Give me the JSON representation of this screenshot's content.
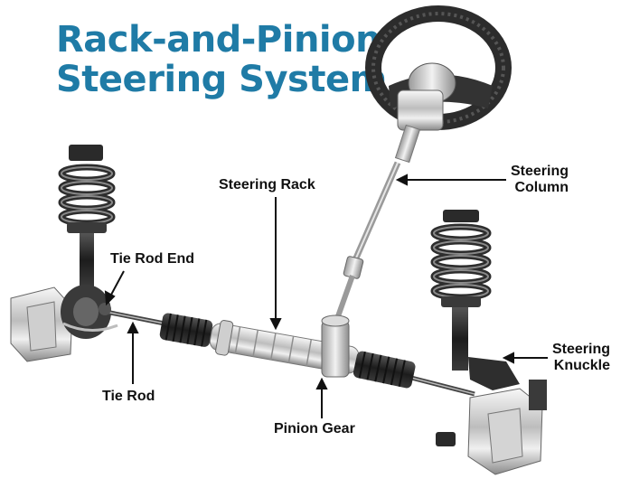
{
  "title": {
    "line1": "Rack-and-Pinion",
    "line2": "Steering System"
  },
  "labels": {
    "steering_rack": "Steering Rack",
    "steering_column_1": "Steering",
    "steering_column_2": "Column",
    "tie_rod_end": "Tie Rod End",
    "tie_rod": "Tie Rod",
    "pinion_gear": "Pinion Gear",
    "steering_knuckle_1": "Steering",
    "steering_knuckle_2": "Knuckle"
  },
  "colors": {
    "title": "#1f7ba6",
    "label": "#111111",
    "metal_light": "#e4e4e4",
    "metal_dark": "#2b2b2b"
  }
}
